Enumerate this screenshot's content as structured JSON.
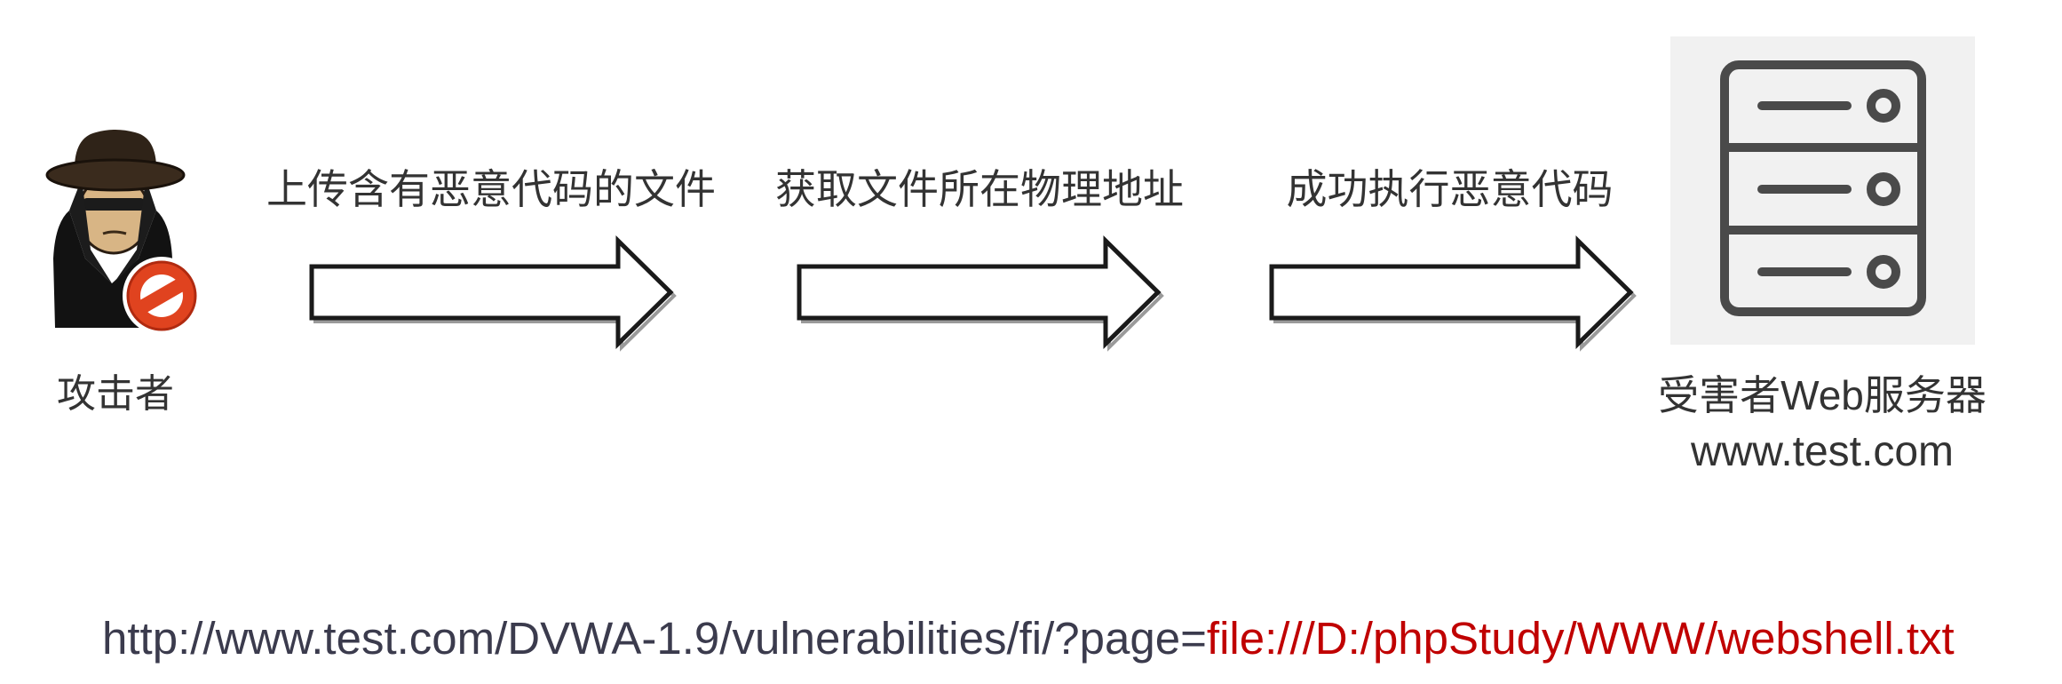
{
  "attacker": {
    "label": "攻击者",
    "icon": "attacker-icon"
  },
  "steps": [
    {
      "label": "上传含有恶意代码的文件",
      "icon": "arrow-right-icon"
    },
    {
      "label": "获取文件所在物理地址",
      "icon": "arrow-right-icon"
    },
    {
      "label": "成功执行恶意代码",
      "icon": "arrow-right-icon"
    }
  ],
  "server": {
    "label": "受害者Web服务器",
    "host": "www.test.com",
    "icon": "server-icon"
  },
  "url": {
    "base": "http://www.test.com/DVWA-1.9/vulnerabilities/fi/?page=",
    "payload": "file:///D:/phpStudy/WWW/webshell.txt"
  },
  "colors": {
    "text": "#333333",
    "url_base": "#3b3b4d",
    "url_payload": "#c00000",
    "server_background": "#f1f1f1",
    "server_icon_stroke": "#4a4a4a",
    "arrow_outline": "#1a1a1a",
    "no_symbol": "#e0431f"
  }
}
